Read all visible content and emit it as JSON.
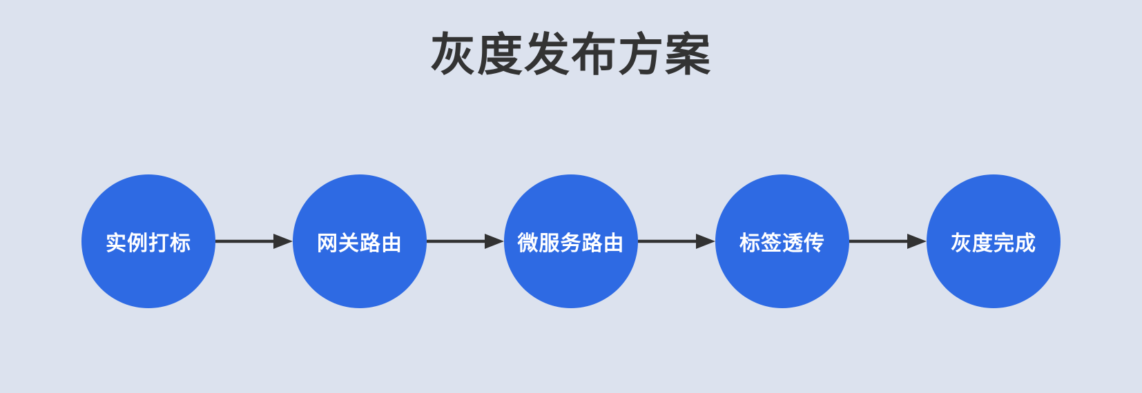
{
  "title": "灰度发布方案",
  "colors": {
    "background": "#dce2ee",
    "node_fill": "#2e6ae3",
    "node_text": "#ffffff",
    "arrow": "#323232",
    "title_text": "#333333"
  },
  "flow": {
    "steps": [
      {
        "label": "实例打标"
      },
      {
        "label": "网关路由"
      },
      {
        "label": "微服务路由"
      },
      {
        "label": "标签透传"
      },
      {
        "label": "灰度完成"
      }
    ]
  }
}
